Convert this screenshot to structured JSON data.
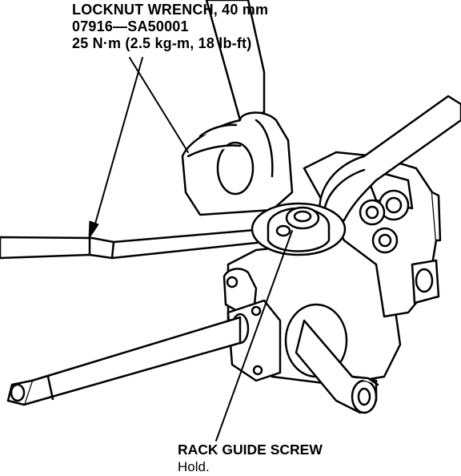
{
  "top_callout": {
    "tool_name": "LOCKNUT WRENCH, 40 mm",
    "part_number": "07916—SA50001",
    "torque": "25 N·m (2.5 kg-m, 18 lb-ft)"
  },
  "bottom_callout": {
    "part_name": "RACK GUIDE SCREW",
    "instruction": "Hold."
  },
  "colors": {
    "ink": "#000000",
    "paper": "#ffffff"
  }
}
